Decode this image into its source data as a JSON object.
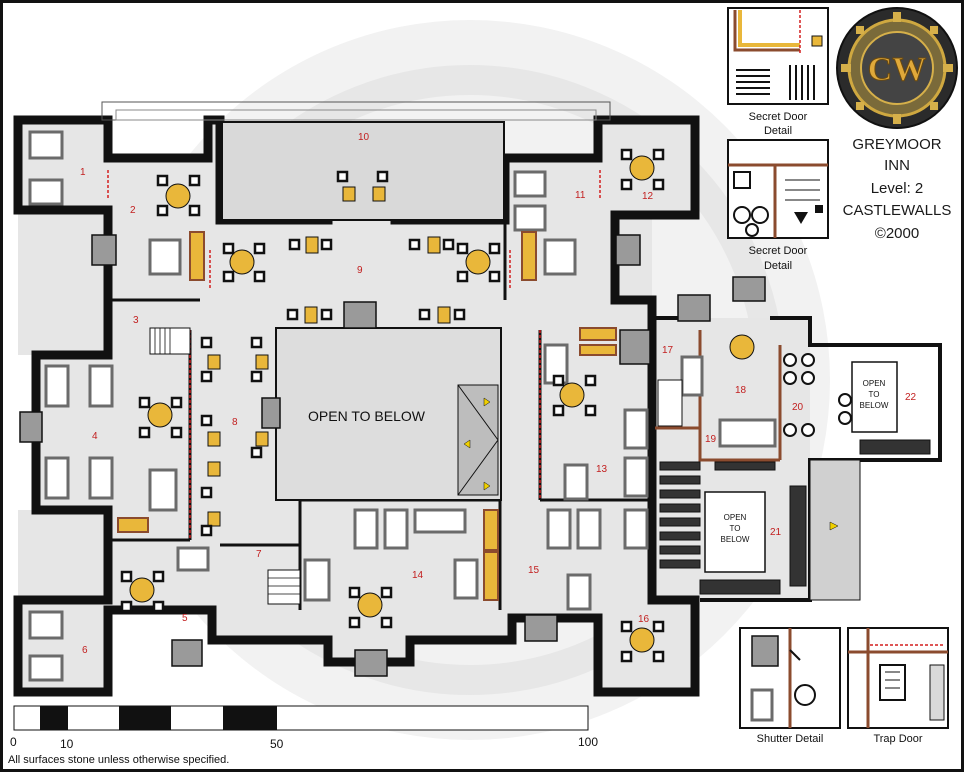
{
  "title": {
    "line1": "GREYMOOR",
    "line2": "INN",
    "line3": "Level: 2",
    "line4": "CASTLEWALLS",
    "line5": "©2000"
  },
  "logo": {
    "letters": "CW",
    "icon": "castlewalls-logo-emblem"
  },
  "detail_captions": {
    "secret_door_1": "Secret Door",
    "secret_door_1b": "Detail",
    "secret_door_2": "Secret Door",
    "secret_door_2b": "Detail",
    "shutter": "Shutter Detail",
    "trap_door": "Trap Door"
  },
  "labels": {
    "open_main": "OPEN TO BELOW",
    "open_small": [
      "OPEN",
      "TO",
      "BELOW"
    ]
  },
  "rooms": [
    "1",
    "2",
    "3",
    "4",
    "5",
    "6",
    "7",
    "8",
    "9",
    "10",
    "11",
    "12",
    "13",
    "14",
    "15",
    "16",
    "17",
    "18",
    "19",
    "20",
    "21",
    "22"
  ],
  "scale": {
    "ticks": [
      "0",
      "10",
      "50",
      "100"
    ]
  },
  "note": "All surfaces stone unless otherwise specified.",
  "colors": {
    "wall": "#111111",
    "floor": "#e6e6e6",
    "bed_frame": "#6b6b6b",
    "table": "#e9b73a",
    "door": "#d41e1e",
    "wood": "#8b4b2e",
    "stair_rail": "#c7a86a",
    "room_number": "#c21f1f"
  }
}
